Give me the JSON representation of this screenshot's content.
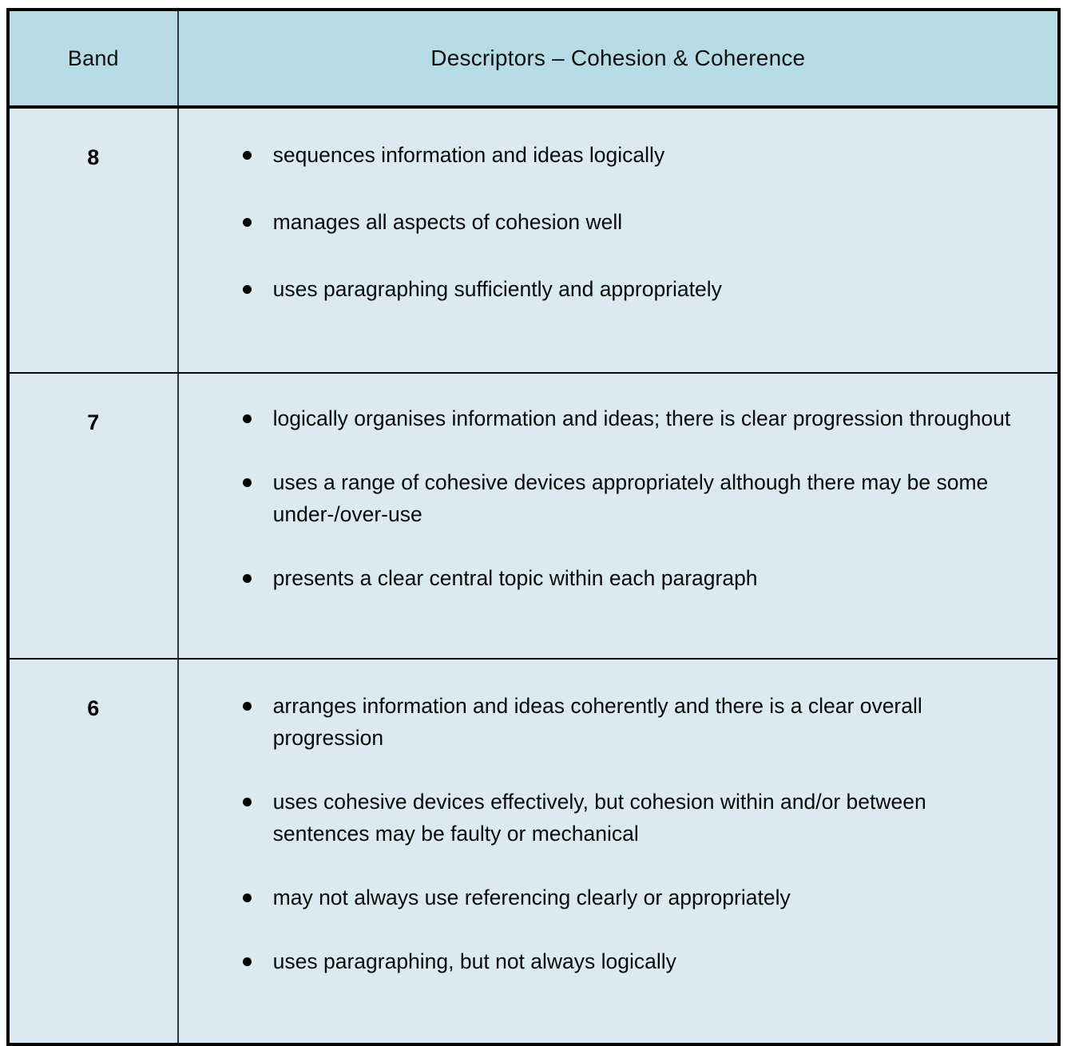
{
  "table": {
    "columns": [
      {
        "key": "band",
        "header": "Band"
      },
      {
        "key": "descriptors",
        "header": "Descriptors – Cohesion & Coherence"
      }
    ],
    "colors": {
      "header_background": "#b8dce5",
      "cell_background": "#daeaf0",
      "border": "#000000",
      "inner_divider": "#2a3640",
      "text": "#0a0a0a",
      "page_background": "#ffffff"
    },
    "rows": [
      {
        "band": "8",
        "descriptors": [
          "sequences information and ideas logically",
          "manages all aspects of cohesion well",
          "uses paragraphing sufficiently and appropriately"
        ]
      },
      {
        "band": "7",
        "descriptors": [
          "logically organises information and ideas; there is clear progression throughout",
          "uses a range of cohesive devices appropriately although there may be some under-/over-use",
          "presents a clear central topic within each paragraph"
        ]
      },
      {
        "band": "6",
        "descriptors": [
          "arranges information and ideas coherently and there is a clear overall progression",
          "uses cohesive devices effectively, but cohesion within and/or between sentences may be faulty or mechanical",
          "may not always use referencing clearly or appropriately",
          "uses paragraphing, but not always logically"
        ]
      }
    ]
  }
}
